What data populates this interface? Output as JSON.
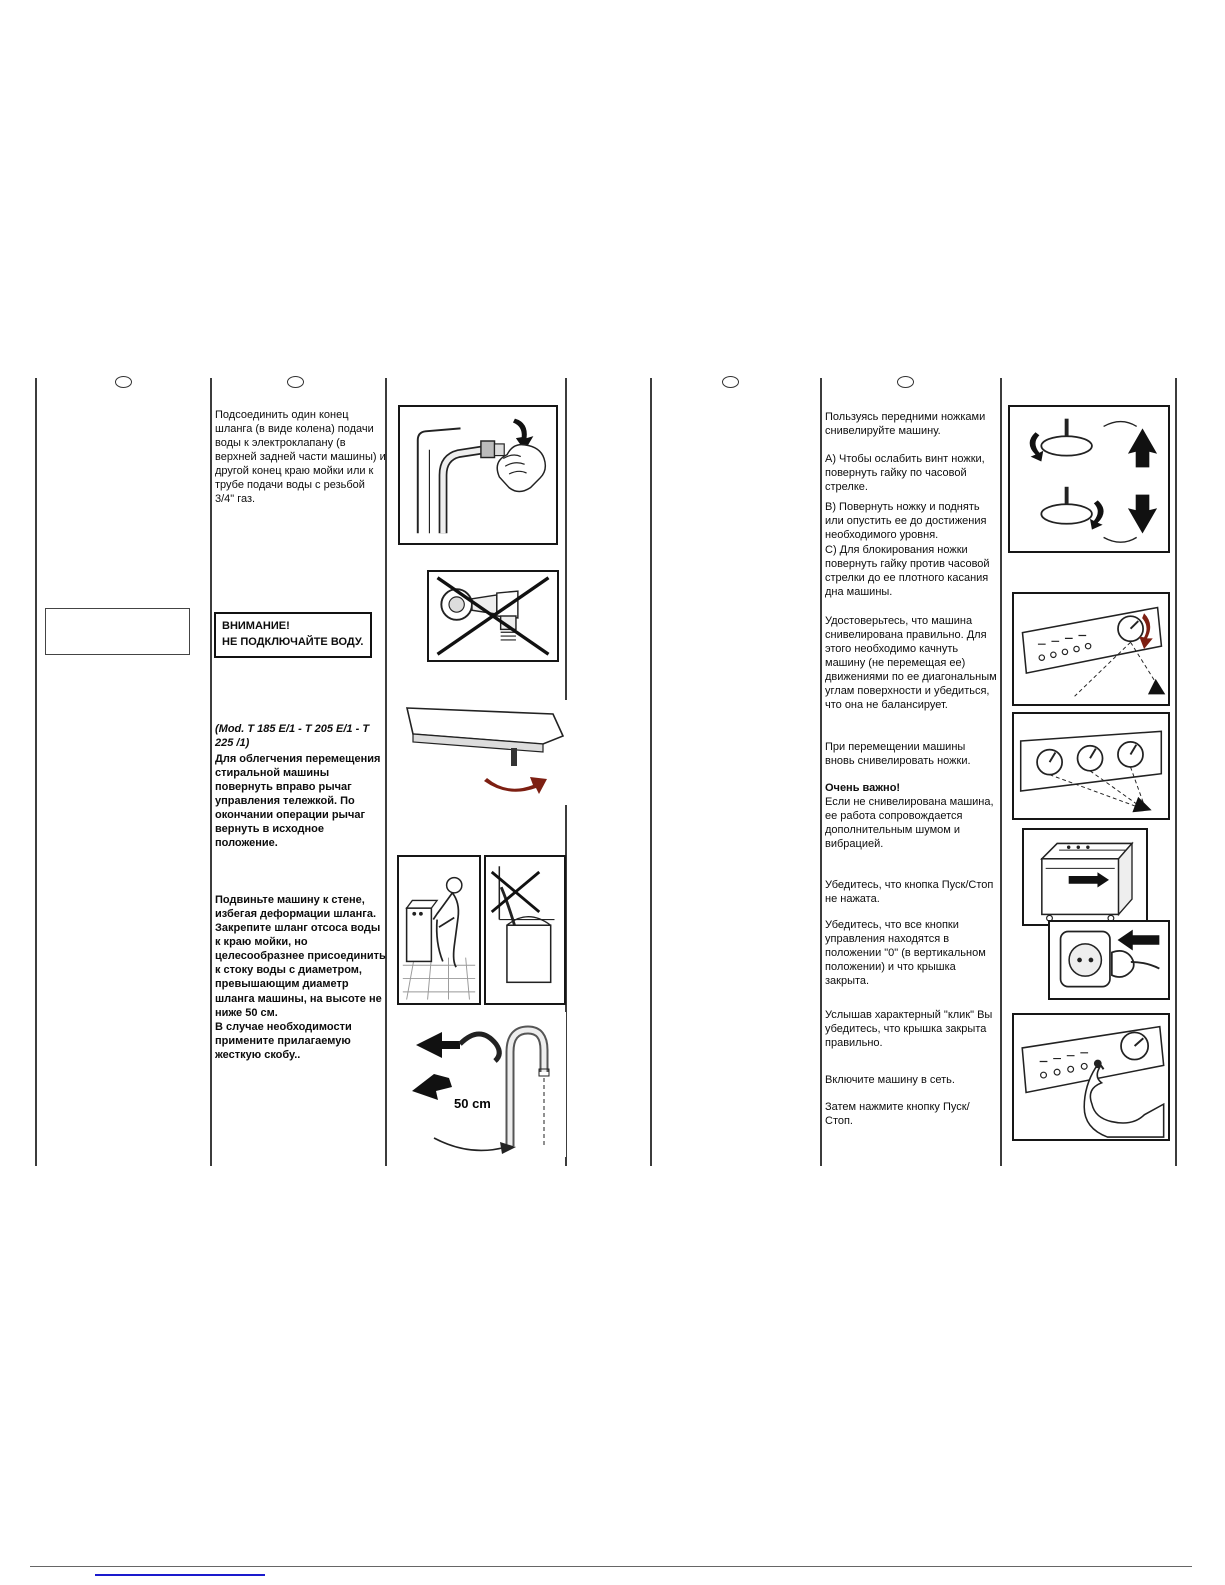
{
  "left_page": {
    "intro": "Подсоединить один конец шланга (в виде колена) подачи воды к электроклапану (в верхней задней части машины) и другой конец краю мойки или к трубе подачи воды с резьбой 3/4\" газ.",
    "warning": {
      "line1": "ВНИМАНИЕ!",
      "line2": "НЕ ПОДКЛЮЧАЙТЕ ВОДУ."
    },
    "model_note": "(Mod. T 185 E/1 - T 205 E/1 - T 225 /1)",
    "trolley_paragraph": "Для облегчения перемещения стиральной машины повернуть вправо рычаг управления тележкой. По окончании операции рычаг вернуть в исходное положение.",
    "positioning_paragraph": "Подвиньте машину к стене, избегая деформации шланга. Закрепите шланг отсоса воды к краю мойки, но целесообразнее присоединить к стоку воды с  диаметром, превышающим диаметр шланга машины, на высоте не ниже 50 см.\nВ случае необходимости примените прилагаемую жесткую скобу..",
    "drain_height_label": "50 cm"
  },
  "right_page": {
    "intro": "Пользуясь передними ножками снивелируйте машину.",
    "steps": [
      "А) Чтобы ослабить винт ножки, повернуть гайку по часовой стрелке.",
      "В) Повернуть ножку и поднять или опустить ее до достижения необходимого уровня.",
      "С) Для блокирования ножки повернуть гайку против часовой стрелки до ее плотного касания дна машины."
    ],
    "level_check": "Удостоверьтесь, что машина снивелирована правильно. Для этого необходимо качнуть машину (не перемещая ее) движениями по ее диагональным углам поверхности и убедиться, что она не балансирует.",
    "relevel_note": "При перемещении машины вновь снивелировать ножки.",
    "important_title": "Очень важно!",
    "important_text": "Если не снивелирована машина, ее работа сопровождается дополнительным шумом и вибрацией.",
    "check_button": "Убедитесь,  что  кнопка Пуск/Стоп не нажата.",
    "check_knobs": "Убедитесь, что все кнопки управления находятся в положении \"0\" (в вертикальном положении) и что крышка закрыта.",
    "click_note": "Услышав характерный \"клик\" Вы убедитесь, что крышка закрыта правильно.",
    "plug_in": "Включите машину в сеть.",
    "press_start": "Затем нажмите кнопку Пуск/Стоп."
  }
}
